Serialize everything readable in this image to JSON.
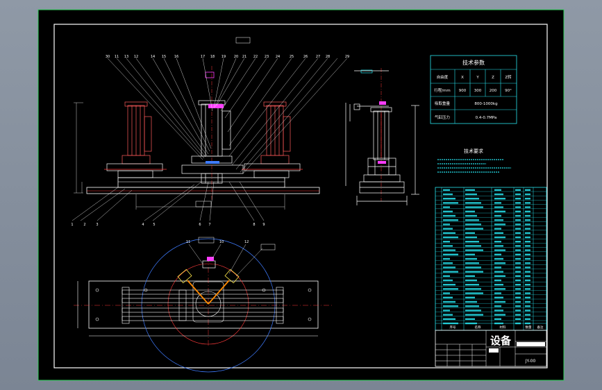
{
  "drawing": {
    "top_view_numbers": [
      "30",
      "11",
      "13",
      "12",
      "14",
      "15",
      "16",
      "17",
      "18",
      "19",
      "20",
      "21",
      "22",
      "23",
      "24",
      "25",
      "26",
      "27",
      "28",
      "29"
    ],
    "front_view_numbers": [
      "1",
      "2",
      "3",
      "4",
      "5",
      "6",
      "7",
      "8",
      "9"
    ],
    "tech_params": {
      "title": "技术参数",
      "rows": [
        {
          "label": "自由度",
          "cells": [
            "X",
            "Y",
            "Z",
            "Z转"
          ]
        },
        {
          "label": "行程/mm",
          "cells": [
            "900",
            "300",
            "200",
            "90°"
          ]
        },
        {
          "label": "吸取重量",
          "cells": [
            "800-1000kg"
          ]
        },
        {
          "label": "气缸压力",
          "cells": [
            "0.4-0.7MPa"
          ]
        }
      ]
    },
    "tech_requirements_title": "技术要求",
    "bom_headers": [
      "序号",
      "名称",
      "材料",
      "数量",
      "备注"
    ],
    "title_block": {
      "name": "设备",
      "drawing_no": "JY-00"
    }
  },
  "colors": {
    "background": "#8a94a2",
    "sheet": "#000000",
    "frame": "#ffffff",
    "border_green": "#2fd35a",
    "cyan": "#27e4ee",
    "red": "#ff3b3b",
    "orange": "#ff8a00",
    "magenta": "#ff3dff",
    "yellow": "#ffe84a",
    "blue": "#3f7cff"
  }
}
